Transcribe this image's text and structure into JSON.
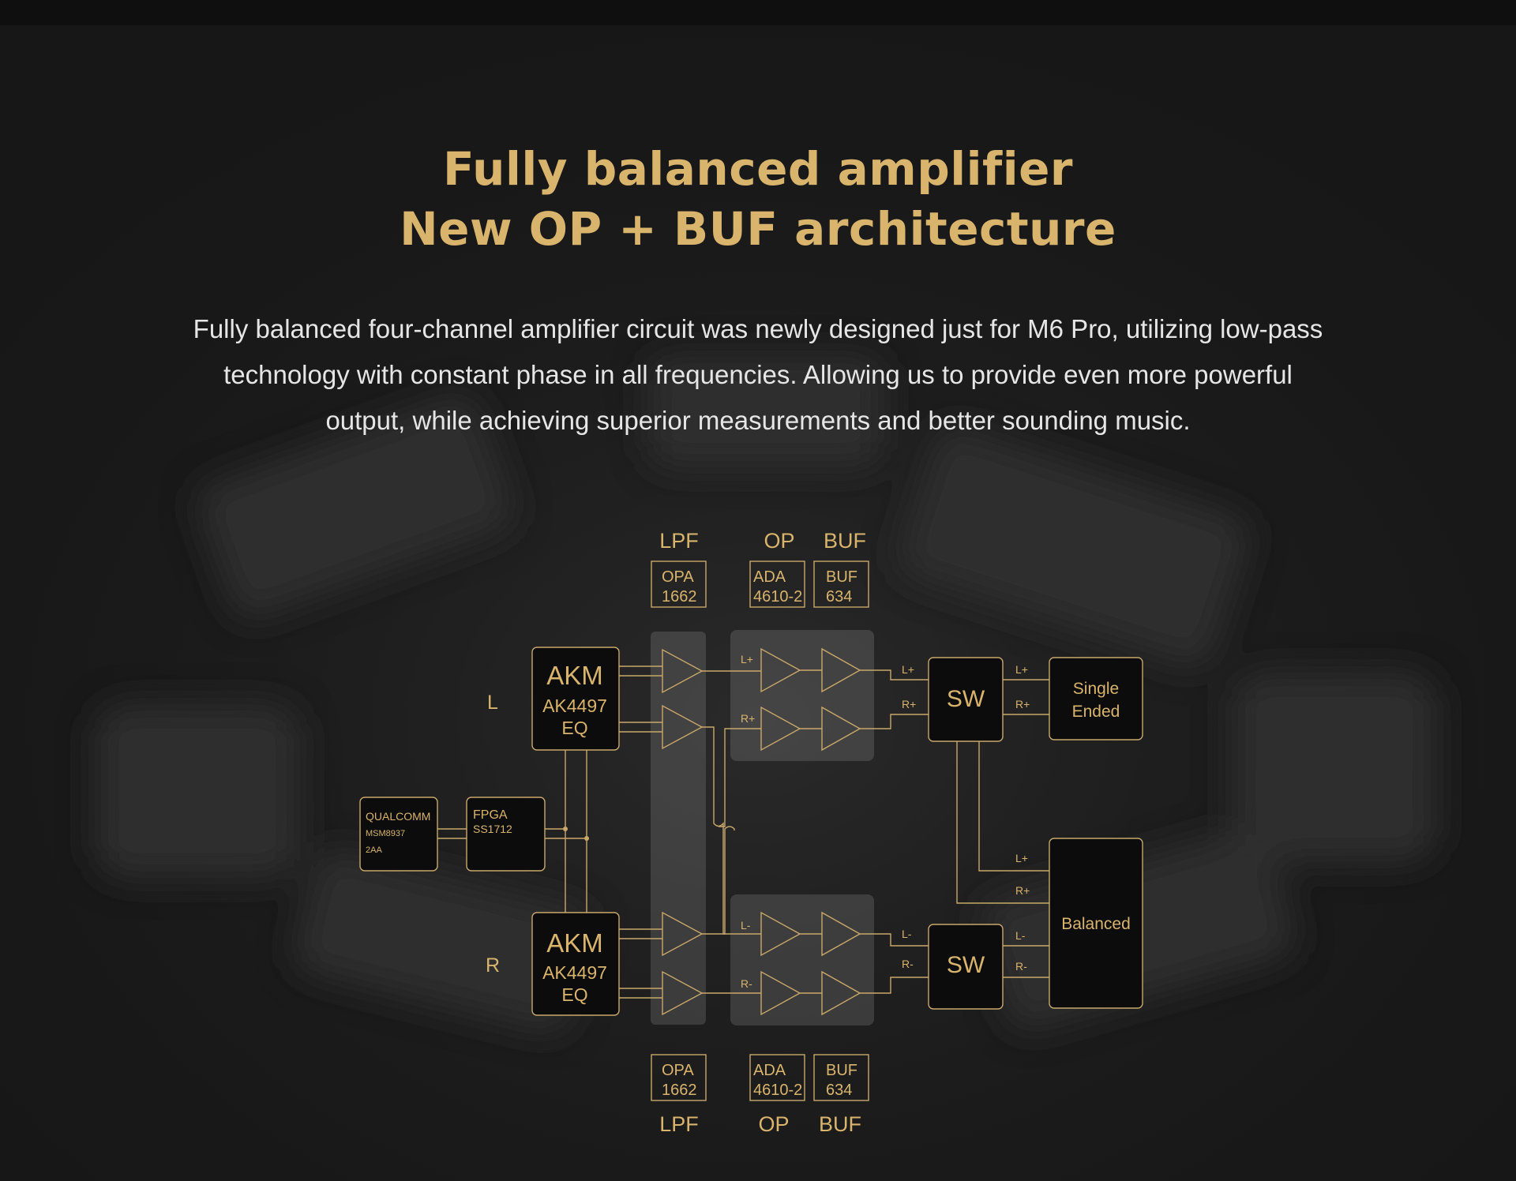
{
  "header": {
    "title_line1": "Fully balanced amplifier",
    "title_line2": "New OP + BUF architecture"
  },
  "description": {
    "line1": "Fully balanced four-channel amplifier circuit was newly designed just for M6 Pro, utilizing low-pass",
    "line2": "technology with constant phase in all frequencies. Allowing us to provide even more powerful",
    "line3": "output, while achieving superior measurements and better sounding music."
  },
  "diagram": {
    "accent_color": "#d9b46c",
    "top_labels": {
      "lpf": "LPF",
      "op": "OP",
      "buf": "BUF"
    },
    "bottom_labels": {
      "lpf": "LPF",
      "op": "OP",
      "buf": "BUF"
    },
    "top_parts": {
      "opa_1": "OPA",
      "opa_2": "1662",
      "ada_1": "ADA",
      "ada_2": "4610-2",
      "buf_1": "BUF",
      "buf_2": "634"
    },
    "bottom_parts": {
      "opa_1": "OPA",
      "opa_2": "1662",
      "ada_1": "ADA",
      "ada_2": "4610-2",
      "buf_1": "BUF",
      "buf_2": "634"
    },
    "channel_left": "L",
    "channel_right": "R",
    "akm_top": {
      "brand": "AKM",
      "model": "AK4497",
      "suffix": "EQ"
    },
    "akm_bottom": {
      "brand": "AKM",
      "model": "AK4497",
      "suffix": "EQ"
    },
    "qualcomm": {
      "line1": "QUALCOMM",
      "line2": "MSM8937",
      "line3": "2AA"
    },
    "fpga": {
      "line1": "FPGA",
      "line2": "SS1712"
    },
    "signals": {
      "l_plus": "L+",
      "r_plus": "R+",
      "l_minus": "L-",
      "r_minus": "R-"
    },
    "sw_top": "SW",
    "sw_bottom": "SW",
    "single_ended": {
      "line1": "Single",
      "line2": "Ended"
    },
    "balanced": "Balanced"
  }
}
